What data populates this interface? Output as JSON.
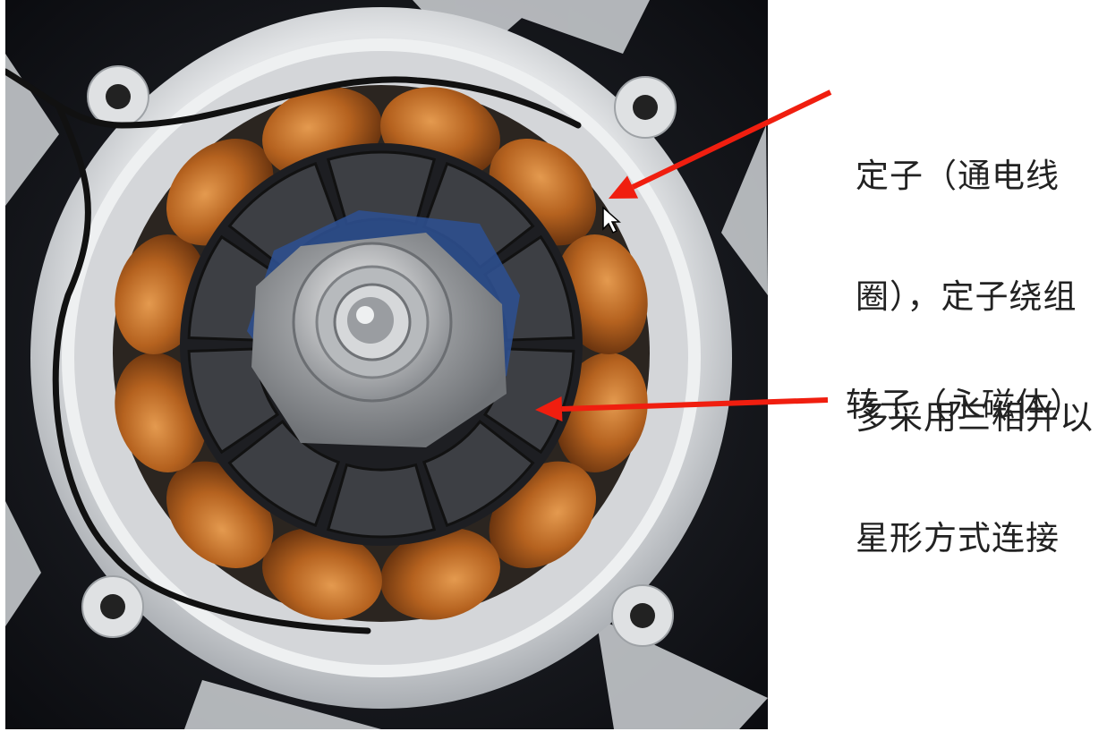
{
  "annotations": {
    "stator_lines": [
      "定子（通电线",
      "圈），定子绕组",
      "多采用三相并以",
      "星形方式连接"
    ],
    "rotor_label": "转子（永磁体）"
  },
  "colors": {
    "arrow": "#f01e0f",
    "copper": "#b5621f",
    "magnet": "#3d3f44",
    "housing": "#c9cccf"
  }
}
